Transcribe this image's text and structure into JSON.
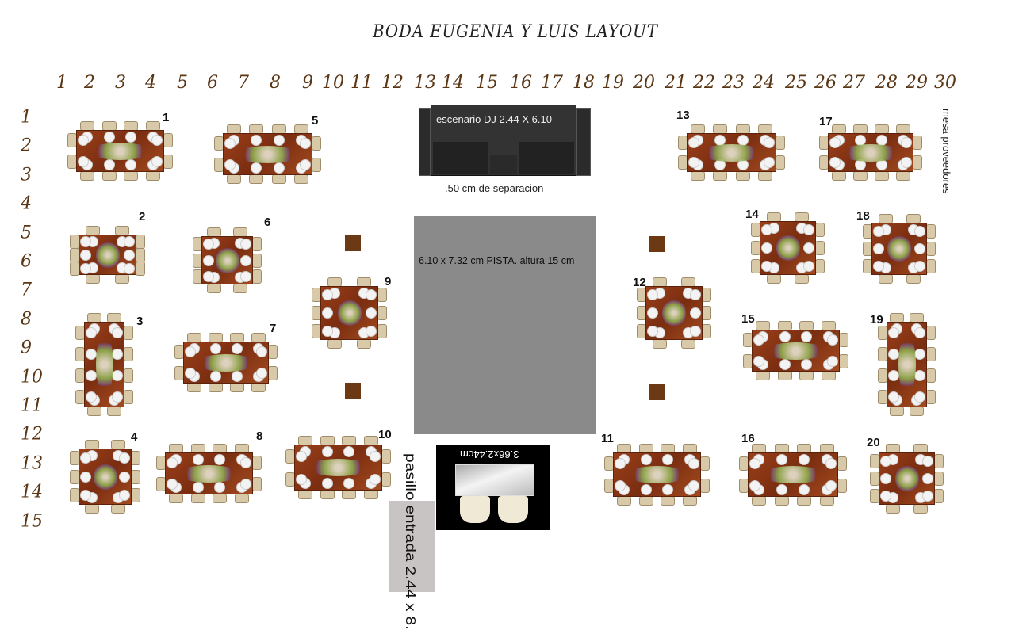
{
  "title": "BODA EUGENIA Y LUIS  LAYOUT",
  "columns": [
    "1",
    "2",
    "3",
    "4",
    "5",
    "6",
    "7",
    "8",
    "9",
    "10",
    "11",
    "12",
    "13",
    "14",
    "15",
    "16",
    "17",
    "18",
    "19",
    "20",
    "21",
    "22",
    "23",
    "24",
    "25",
    "26",
    "27",
    "28",
    "29",
    "30"
  ],
  "rows": [
    "1",
    "2",
    "3",
    "4",
    "5",
    "6",
    "7",
    "8",
    "9",
    "10",
    "11",
    "12",
    "13",
    "14",
    "15"
  ],
  "stage": {
    "label": "escenario DJ 2.44 X 6.10",
    "separation": ".50 cm de separacion"
  },
  "dance_floor": {
    "label": "6.10 x 7.32 cm PISTA. altura 15 cm"
  },
  "suppliers_table": "mesa proveedores",
  "entrance": "pasillo entrada 2.44 x 8.",
  "sweetheart_table": "3.66x2.44cm",
  "tables": [
    "1",
    "2",
    "3",
    "4",
    "5",
    "6",
    "7",
    "8",
    "9",
    "10",
    "11",
    "12",
    "13",
    "14",
    "15",
    "16",
    "17",
    "18",
    "19",
    "20"
  ]
}
